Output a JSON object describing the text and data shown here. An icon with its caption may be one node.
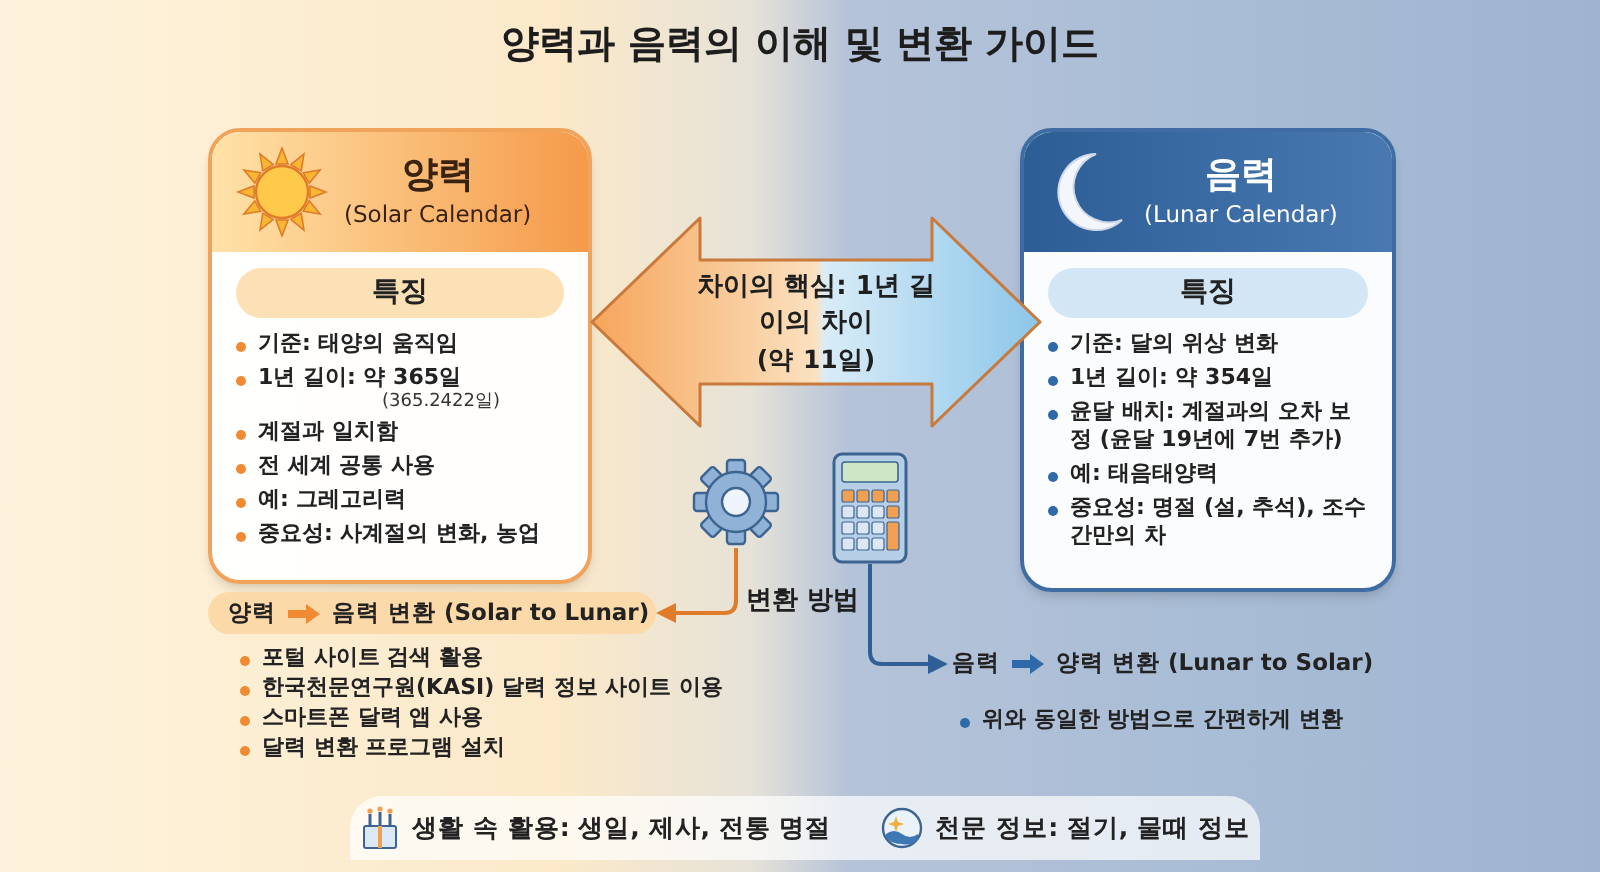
{
  "diagram": {
    "title": "양력과 음력의 이해 및 변환 가이드",
    "nodes": [
      {
        "text": [
          "양력",
          "(Solar Calendar)",
          "기준: 태양의 움직임",
          "1년 길이: 약 365일",
          "(365.2422일)",
          "계절과 일치함",
          "전 세계 공통 사용",
          "예: 그레고리력",
          "중요성: 사계절의 변화, 농업"
        ]
      },
      {
        "text": [
          "특징"
        ],
        "in": 0
      },
      {
        "text": [
          "음력",
          "(Lunar Calendar)",
          "기준: 달의 위상 변화",
          "1년 길이: 약 354일",
          "윤달 배치: 계절과의 오차 보정 (윤달 19년에 7번 추가)",
          "예: 태음태양력",
          "중요성: 명절 (설, 추석), 조수 간만의 차"
        ]
      },
      {
        "text": [
          "특징"
        ],
        "in": 2
      },
      {
        "text": [
          "차이의 핵심: 1년 길이의 차이",
          "(약 11일)"
        ]
      },
      {
        "text": [],
        "shape": "picture"
      },
      {
        "text": [],
        "shape": "picture"
      },
      {
        "text": [
          "양력",
          "음력 변환 (Solar to Lunar)"
        ],
        "beside": [
          "포털 사이트 검색 활용",
          "한국천문연구원(KASI) 달력 정보 사이트 이용",
          "스마트폰 달력 앱 사용",
          "달력 변환 프로그램 설치"
        ]
      },
      {
        "text": [
          "음력",
          "양력 변환 (Lunar to Solar)"
        ],
        "beside": [
          "위와 동일한 방법으로 간편하게 변환"
        ]
      },
      {
        "text": [
          "생활 속 활용: 생일, 제사, 전통 명절",
          "천문 정보: 절기, 물때 정보"
        ]
      }
    ],
    "edges": [
      {
        "from": 5,
        "to": 7,
        "arrow": "to",
        "color": "#e07b2a"
      },
      {
        "from": 6,
        "to": 8,
        "arrow": "to",
        "color": "#2f5f94"
      }
    ],
    "labels": [
      "변환 방법"
    ]
  }
}
